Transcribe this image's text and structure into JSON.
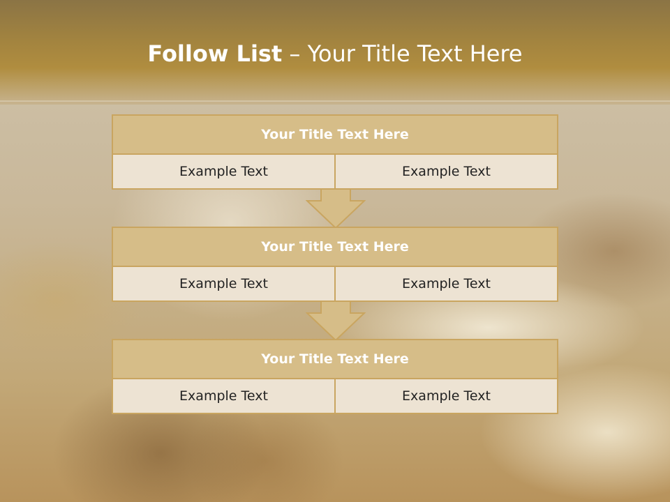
{
  "slide": {
    "title_bold": "Follow List",
    "title_rest": " – Your Title Text Here"
  },
  "blocks": [
    {
      "title": "Your Title Text Here",
      "left": "Example Text",
      "right": "Example Text"
    },
    {
      "title": "Your Title Text Here",
      "left": "Example Text",
      "right": "Example Text"
    },
    {
      "title": "Your Title Text Here",
      "left": "Example Text",
      "right": "Example Text"
    }
  ],
  "colors": {
    "header_gold": "#a3843f",
    "block_title_fill": "#d6bd88",
    "block_border": "#c9a560",
    "cell_fill": "#ede3d3"
  }
}
